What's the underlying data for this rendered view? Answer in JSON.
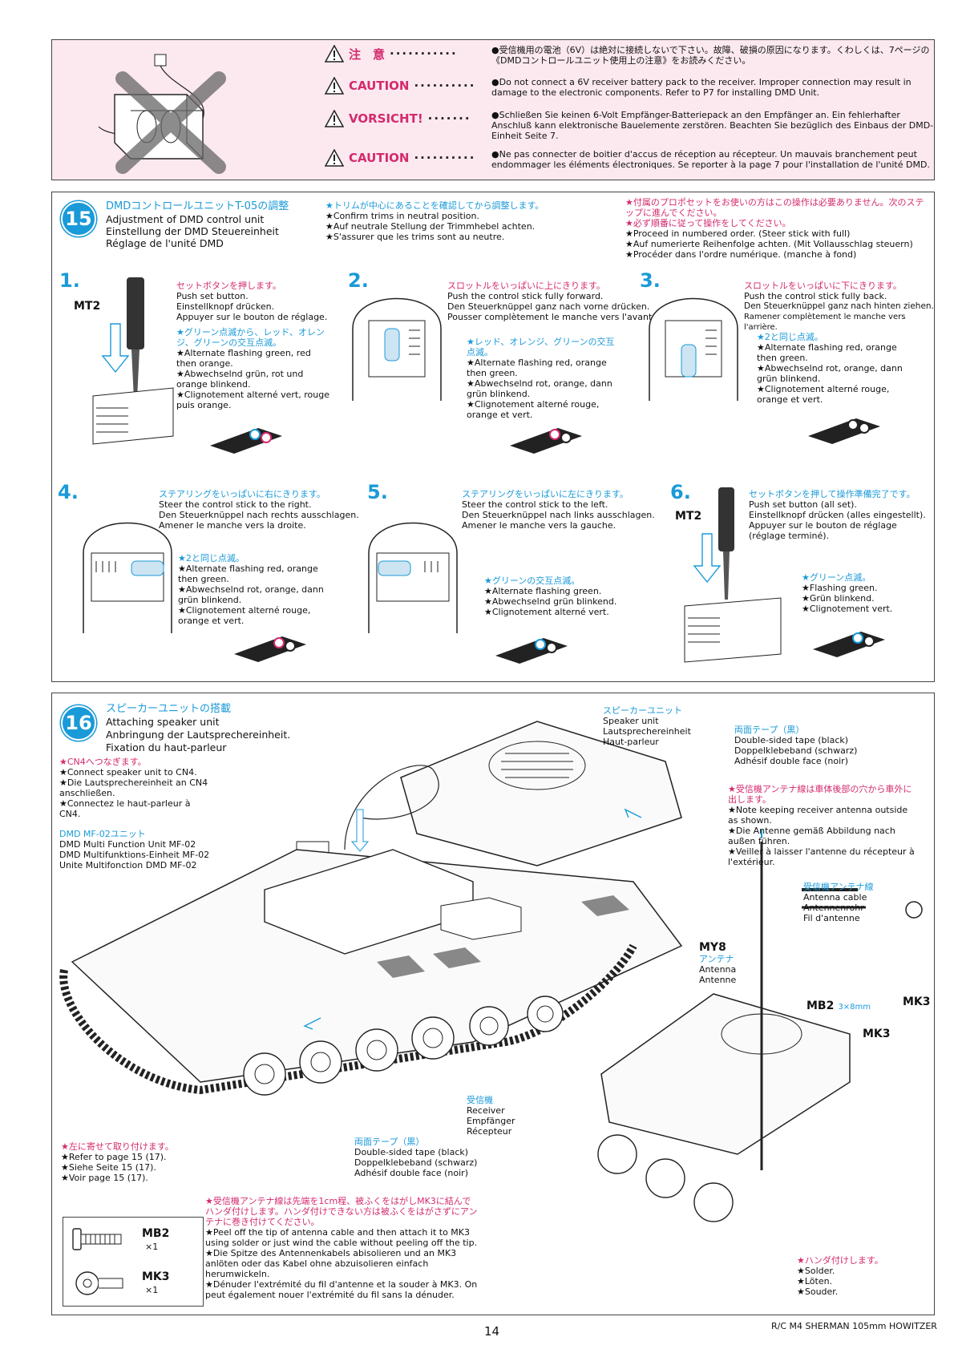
{
  "caution": {
    "items": [
      {
        "label": "注　意",
        "text": "●受信機用の電池（6V）は絶対に接続しないで下さい。故障、破損の原因になります。くわしくは、7ページの《DMDコントロールユニット使用上の注意》をお読みください。"
      },
      {
        "label": "CAUTION",
        "text": "●Do not connect a 6V receiver battery pack to the receiver. Improper connection may result in damage to the electronic components. Refer to P7 for installing DMD Unit."
      },
      {
        "label": "VORSICHT!",
        "text": "●Schließen Sie keinen 6-Volt Empfänger-Batteriepack an den Empfänger an. Ein fehlerhafter Anschluß kann elektronische Bauelemente zerstören. Beachten Sie bezüglich des Einbaus der DMD-Einheit Seite 7."
      },
      {
        "label": "CAUTION",
        "text": "●Ne pas connecter de boitier d'accus de réception au récepteur. Un mauvais branchement peut endommager les éléments électroniques. Se reporter à la page 7 pour l'installation de l'unité DMD."
      }
    ]
  },
  "step15": {
    "number": "15",
    "title_jp": "DMDコントロールユニットT-05の調整",
    "title_en": "Adjustment of DMD control unit",
    "title_de": "Einstellung der DMD Steuereinheit",
    "title_fr": "Réglage de l'unité DMD",
    "note1_jp": "★トリムが中心にあることを確認してから調整します。",
    "note1_en": "★Confirm trims in neutral position.",
    "note1_de": "★Auf neutrale Stellung der Trimmhebel achten.",
    "note1_fr": "★S'assurer que les trims sont au neutre.",
    "note2_jp": "★付属のプロポセットをお使いの方はこの操作は必要ありません。次のステップに進んでください。",
    "note2_jp2": "★必ず順番に従って操作をしてください。",
    "note2_en": "★Proceed in numbered order. (Steer stick with full)",
    "note2_de": "★Auf numerierte Reihenfolge achten. (Mit Vollausschlag steuern)",
    "note2_fr": "★Procéder dans l'ordre numérique. (manche à fond)",
    "mt2": "MT2",
    "substeps": [
      {
        "no": "1.",
        "jp": "セットボタンを押します。",
        "en": "Push set button.",
        "de": "Einstellknopf drücken.",
        "fr": "Appuyer sur le bouton de réglage.",
        "sjp": "★グリーン点滅から、レッド、オレンジ、グリーンの交互点滅。",
        "sen": "★Alternate flashing green, red then orange.",
        "sde": "★Abwechselnd grün, rot und orange blinkend.",
        "sfr": "★Clignotement alterné vert, rouge puis orange."
      },
      {
        "no": "2.",
        "jp": "スロットルをいっぱいに上にきります。",
        "en": "Push the control stick fully forward.",
        "de": "Den Steuerknüppel ganz nach vorne drücken.",
        "fr": "Pousser complètement le manche vers l'avant.",
        "sjp": "★レッド、オレンジ、グリーンの交互点滅。",
        "sen": "★Alternate flashing red, orange then green.",
        "sde": "★Abwechselnd rot, orange, dann grün blinkend.",
        "sfr": "★Clignotement alterné rouge, orange et vert."
      },
      {
        "no": "3.",
        "jp": "スロットルをいっぱいに下にきります。",
        "en": "Push the control stick fully back.",
        "de": "Den Steuerknüppel ganz nach hinten ziehen.",
        "fr": "Ramener complètement le manche vers l'arrière.",
        "sjp": "★2と同じ点滅。",
        "sen": "★Alternate flashing red, orange then green.",
        "sde": "★Abwechselnd rot, orange, dann grün blinkend.",
        "sfr": "★Clignotement alterné rouge, orange et vert."
      },
      {
        "no": "4.",
        "jp": "ステアリングをいっぱいに右にきります。",
        "en": "Steer the control stick to the right.",
        "de": "Den Steuerknüppel nach rechts ausschlagen.",
        "fr": "Amener le manche vers la droite.",
        "sjp": "★2と同じ点滅。",
        "sen": "★Alternate flashing red, orange then green.",
        "sde": "★Abwechselnd rot, orange, dann grün blinkend.",
        "sfr": "★Clignotement alterné rouge, orange et vert."
      },
      {
        "no": "5.",
        "jp": "ステアリングをいっぱいに左にきります。",
        "en": "Steer the control stick to the left.",
        "de": "Den Steuerknüppel nach links ausschlagen.",
        "fr": "Amener le manche vers la gauche.",
        "sjp": "★グリーンの交互点滅。",
        "sen": "★Alternate flashing green.",
        "sde": "★Abwechselnd grün blinkend.",
        "sfr": "★Clignotement alterné vert."
      },
      {
        "no": "6.",
        "jp": "セットボタンを押して操作準備完了です。",
        "en": "Push set button (all set).",
        "de": "Einstellknopf drücken (alles eingestellt).",
        "fr": "Appuyer sur le bouton de réglage (réglage terminé).",
        "sjp": "★グリーン点滅。",
        "sen": "★Flashing green.",
        "sde": "★Grün blinkend.",
        "sfr": "★Clignotement vert."
      }
    ]
  },
  "step16": {
    "number": "16",
    "title_jp": "スピーカーユニットの搭載",
    "title_en": "Attaching speaker unit",
    "title_de": "Anbringung der Lautsprechereinheit.",
    "title_fr": "Fixation du haut-parleur",
    "cn4_jp": "★CN4へつなぎます。",
    "cn4_en": "★Connect speaker unit to CN4.",
    "cn4_de": "★Die Lautsprechereinheit an CN4 anschließen.",
    "cn4_fr": "★Connectez le haut-parleur à CN4.",
    "dmd_jp": "DMD MF-02ユニット",
    "dmd_en": "DMD Multi Function Unit MF-02",
    "dmd_de": "DMD Multifunktions-Einheit MF-02",
    "dmd_fr": "Unite Multifonction DMD MF-02",
    "spk_jp": "スピーカーユニット",
    "spk_en": "Speaker unit",
    "spk_de": "Lautsprechereinheit",
    "spk_fr": "Haut-parleur",
    "tape_jp": "両面テープ（黒）",
    "tape_en": "Double-sided tape (black)",
    "tape_de": "Doppelklebeband (schwarz)",
    "tape_fr": "Adhésif double face (noir)",
    "ant_jp": "★受信機アンテナ線は車体後部の穴から車外に出します。",
    "ant_en": "★Note keeping receiver antenna outside as shown.",
    "ant_de": "★Die Antenne gemäß Abbildung nach außen führen.",
    "ant_fr": "★Veiller à laisser l'antenne du récepteur à l'extérieur.",
    "cable_jp": "受信機アンテナ線",
    "cable_en": "Antenna cable",
    "cable_de": "Antennenrohr",
    "cable_fr": "Fil d'antenne",
    "my8": "MY8",
    "my8_jp": "アンテナ",
    "my8_en": "Antenna",
    "my8_de": "Antenne",
    "mb2": "MB2",
    "mb2_size": "3×8mm",
    "mk3": "MK3",
    "rcv_jp": "受信機",
    "rcv_en": "Receiver",
    "rcv_de": "Empfänger",
    "rcv_fr": "Récepteur",
    "tape2_jp": "両面テープ（黒）",
    "tape2_en": "Double-sided tape (black)",
    "tape2_de": "Doppelklebeband (schwarz)",
    "tape2_fr": "Adhésif double face (noir)",
    "ref_jp": "★左に寄せて取り付けます。",
    "ref_en": "★Refer to page 15 (17).",
    "ref_de": "★Siehe Seite 15 (17).",
    "ref_fr": "★Voir page 15 (17).",
    "peel_jp": "★受信機アンテナ線は先端を1cm程、被ふくをはがしMK3に結んでハンダ付けします。ハンダ付けできない方は被ふくをはがさずにアンテナに巻き付けてください。",
    "peel_en": "★Peel off the tip of antenna cable and then attach it to MK3 using solder or just wind the cable without peeling off the tip.",
    "peel_de": "★Die Spitze des Antennenkabels abisolieren und an MK3 anlöten oder das Kabel ohne abzuisolieren einfach herumwickeln.",
    "peel_fr": "★Dénuder l'extrémité du fil d'antenne et la souder à MK3. On peut également nouer l'extrémité du fil sans la dénuder.",
    "solder_jp": "★ハンダ付けします。",
    "solder_en": "★Solder.",
    "solder_de": "★Löten.",
    "solder_fr": "★Souder.",
    "parts": [
      {
        "name": "MB2",
        "qty": "×1"
      },
      {
        "name": "MK3",
        "qty": "×1"
      }
    ]
  },
  "footer": {
    "page": "14",
    "model": "R/C M4 SHERMAN 105mm HOWITZER"
  }
}
